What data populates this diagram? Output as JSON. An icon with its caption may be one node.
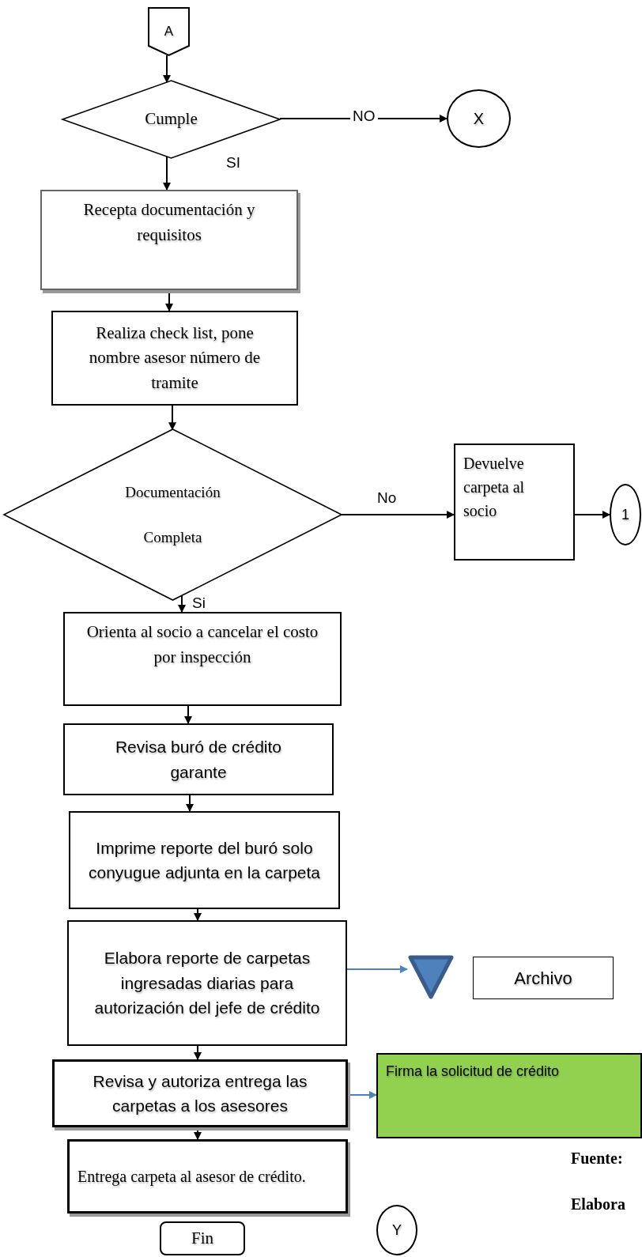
{
  "diagram": {
    "nodes": [
      {
        "text": [
          "A"
        ]
      },
      {
        "text": [
          "Cumple"
        ]
      },
      {
        "text": [
          "X"
        ]
      },
      {
        "text": [
          "Recepta documentación y requisitos"
        ]
      },
      {
        "text": [
          "Realiza check list, pone nombre asesor número de tramite"
        ]
      },
      {
        "text": [
          "Documentación Completa"
        ]
      },
      {
        "text": [
          "Devuelve carpeta al socio"
        ]
      },
      {
        "text": [
          "1"
        ]
      },
      {
        "text": [
          "Orienta al socio a cancelar el costo por inspección"
        ]
      },
      {
        "text": [
          "Revisa buró de crédito garante"
        ]
      },
      {
        "text": [
          "Imprime reporte del buró solo conyugue adjunta en la carpeta"
        ]
      },
      {
        "text": [
          "Elabora reporte de carpetas ingresadas diarias para autorización del jefe de crédito"
        ]
      },
      {
        "text": [],
        "shape": "triangle"
      },
      {
        "text": [
          "Archivo"
        ]
      },
      {
        "text": [
          "Revisa y autoriza entrega las carpetas a los asesores"
        ]
      },
      {
        "text": [
          "Firma la solicitud de crédito"
        ]
      },
      {
        "text": [
          "Entrega carpeta al asesor de crédito."
        ]
      },
      {
        "text": [
          "Fin"
        ]
      },
      {
        "text": [
          "Y"
        ]
      }
    ],
    "edges": [
      {
        "from": 0,
        "to": 1,
        "arrow": "to"
      },
      {
        "from": 1,
        "to": 2,
        "arrow": "to",
        "label": "NO"
      },
      {
        "from": 1,
        "to": 3,
        "arrow": "to",
        "label": "SI"
      },
      {
        "from": 3,
        "to": 4,
        "arrow": "to"
      },
      {
        "from": 4,
        "to": 5,
        "arrow": "to"
      },
      {
        "from": 5,
        "to": 6,
        "arrow": "to",
        "label": "No"
      },
      {
        "from": 6,
        "to": 7,
        "arrow": "to"
      },
      {
        "from": 5,
        "to": 8,
        "arrow": "to",
        "label": "Si"
      },
      {
        "from": 8,
        "to": 9,
        "arrow": "to"
      },
      {
        "from": 9,
        "to": 10,
        "arrow": "to"
      },
      {
        "from": 10,
        "to": 11,
        "arrow": "to"
      },
      {
        "from": 11,
        "to": 12,
        "arrow": "to",
        "color": "#4f81bd"
      },
      {
        "from": 11,
        "to": 14,
        "arrow": "to"
      },
      {
        "from": 14,
        "to": 15,
        "arrow": "to",
        "color": "#4f81bd"
      },
      {
        "from": 14,
        "to": 16,
        "arrow": "to"
      }
    ],
    "labels": [
      "Fuente:",
      "Elabora"
    ]
  }
}
